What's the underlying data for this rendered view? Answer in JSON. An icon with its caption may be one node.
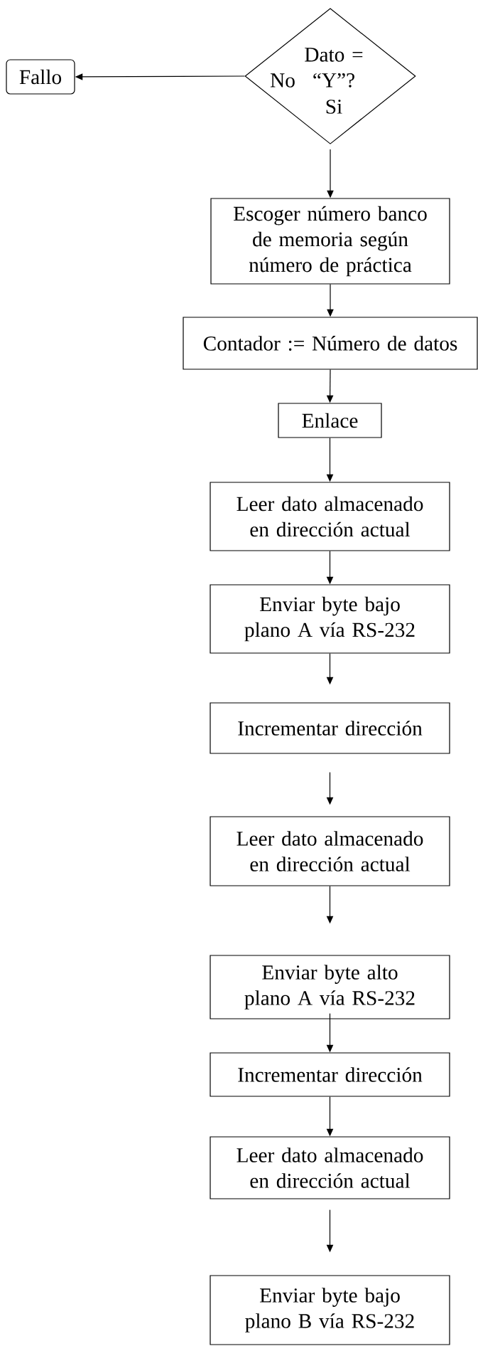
{
  "diagram": {
    "nodes": [
      {
        "text": [
          "No",
          "Dato = “Y”?",
          "Si"
        ]
      },
      {
        "text": [
          "Fallo"
        ]
      },
      {
        "text": [
          "Escoger número banco de memoria según número de práctica"
        ]
      },
      {
        "text": [
          "Contador := Número de datos"
        ]
      },
      {
        "text": [
          "Enlace"
        ]
      },
      {
        "text": [
          "Leer dato almacenado en dirección actual"
        ]
      },
      {
        "text": [
          "Enviar byte bajo plano A vía RS-232"
        ]
      },
      {
        "text": [
          "Incrementar dirección"
        ]
      },
      {
        "text": [
          "Leer dato almacenado en dirección actual"
        ]
      },
      {
        "text": [
          "Enviar byte alto plano A vía RS-232"
        ]
      },
      {
        "text": [
          "Incrementar dirección"
        ]
      },
      {
        "text": [
          "Leer dato almacenado en dirección actual"
        ]
      },
      {
        "text": [
          "Enviar byte bajo plano B vía RS-232"
        ]
      }
    ],
    "edges": [
      {
        "from": 0,
        "to": 1,
        "arrow": "to"
      },
      {
        "from": 0,
        "to": 2,
        "arrow": "to"
      },
      {
        "from": 2,
        "to": 3,
        "arrow": "to"
      },
      {
        "from": 3,
        "to": 4,
        "arrow": "to"
      },
      {
        "from": 4,
        "to": 5,
        "arrow": "to"
      },
      {
        "from": 5,
        "to": 6,
        "arrow": "to"
      },
      {
        "from": 6,
        "to": 7,
        "arrow": "to"
      },
      {
        "from": 7,
        "to": 8,
        "arrow": "to"
      },
      {
        "from": 8,
        "to": 9,
        "arrow": "to"
      },
      {
        "from": 9,
        "to": 10,
        "arrow": "to"
      },
      {
        "from": 10,
        "to": 11,
        "arrow": "to"
      },
      {
        "from": 11,
        "to": 12,
        "arrow": "to"
      }
    ]
  }
}
